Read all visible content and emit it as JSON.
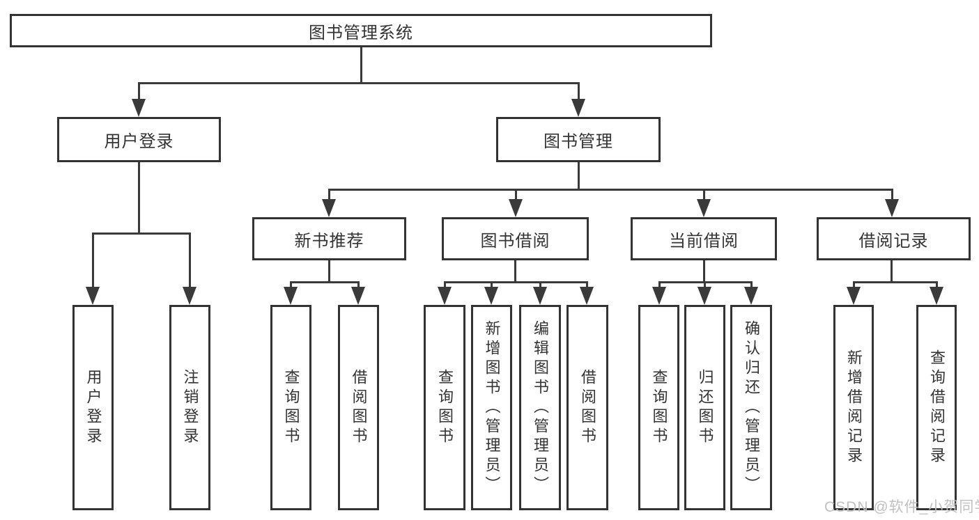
{
  "tree": {
    "root": "图书管理系统",
    "branches": [
      {
        "label": "用户登录",
        "children": [
          "用户登录",
          "注销登录"
        ]
      },
      {
        "label": "图书管理",
        "sections": [
          {
            "label": "新书推荐",
            "children": [
              "查询图书",
              "借阅图书"
            ]
          },
          {
            "label": "图书借阅",
            "children": [
              "查询图书",
              "新增图书（管理员）",
              "编辑图书（管理员）",
              "借阅图书"
            ]
          },
          {
            "label": "当前借阅",
            "children": [
              "查询图书",
              "归还图书",
              "确认归还（管理员）"
            ]
          },
          {
            "label": "借阅记录",
            "children": [
              "新增借阅记录",
              "查询借阅记录"
            ]
          }
        ]
      }
    ]
  },
  "watermark": "CSDN @软件_小贺同学",
  "colors": {
    "line": "#3a3a3a",
    "box_border": "#333333",
    "text": "#333333",
    "watermark": "#c2c1c1",
    "background": "#ffffff"
  }
}
